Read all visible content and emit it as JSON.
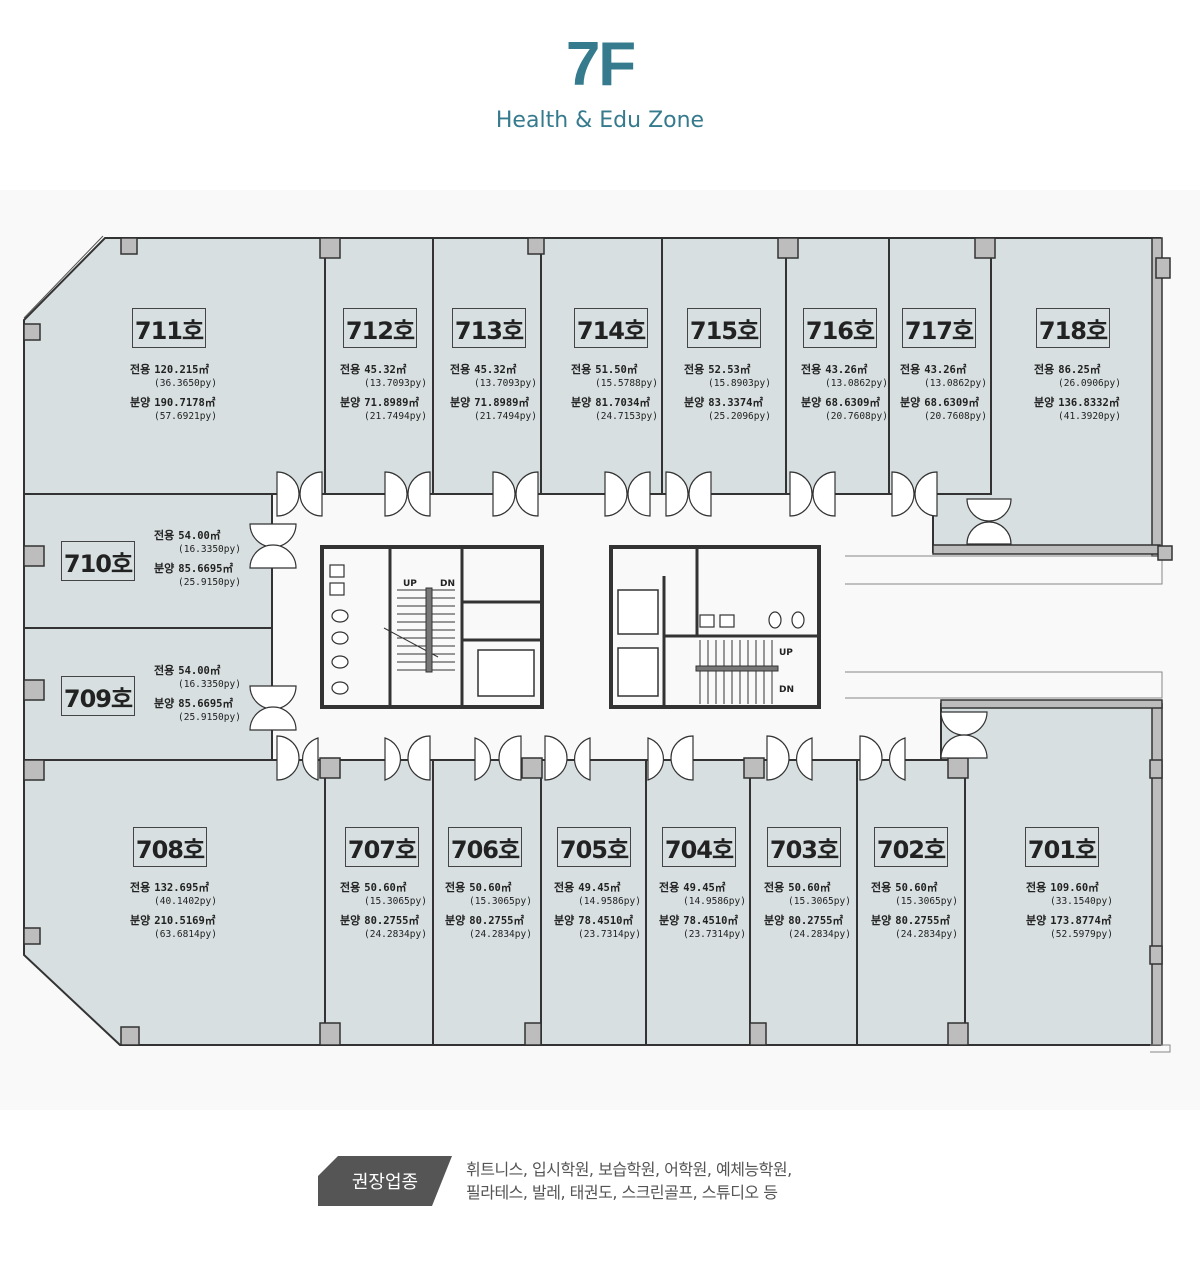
{
  "header": {
    "floor": "7F",
    "zone": "Health & Edu Zone",
    "accent_color": "#357b8d"
  },
  "plan": {
    "area_label": "전용",
    "sale_label": "분양",
    "units_top": [
      {
        "id": "711",
        "label": "711호",
        "exclusive_m2": "120.215㎡",
        "exclusive_py": "(36.3650py)",
        "sale_m2": "190.7178㎡",
        "sale_py": "(57.6921py)"
      },
      {
        "id": "712",
        "label": "712호",
        "exclusive_m2": "45.32㎡",
        "exclusive_py": "(13.7093py)",
        "sale_m2": "71.8989㎡",
        "sale_py": "(21.7494py)"
      },
      {
        "id": "713",
        "label": "713호",
        "exclusive_m2": "45.32㎡",
        "exclusive_py": "(13.7093py)",
        "sale_m2": "71.8989㎡",
        "sale_py": "(21.7494py)"
      },
      {
        "id": "714",
        "label": "714호",
        "exclusive_m2": "51.50㎡",
        "exclusive_py": "(15.5788py)",
        "sale_m2": "81.7034㎡",
        "sale_py": "(24.7153py)"
      },
      {
        "id": "715",
        "label": "715호",
        "exclusive_m2": "52.53㎡",
        "exclusive_py": "(15.8903py)",
        "sale_m2": "83.3374㎡",
        "sale_py": "(25.2096py)"
      },
      {
        "id": "716",
        "label": "716호",
        "exclusive_m2": "43.26㎡",
        "exclusive_py": "(13.0862py)",
        "sale_m2": "68.6309㎡",
        "sale_py": "(20.7608py)"
      },
      {
        "id": "717",
        "label": "717호",
        "exclusive_m2": "43.26㎡",
        "exclusive_py": "(13.0862py)",
        "sale_m2": "68.6309㎡",
        "sale_py": "(20.7608py)"
      },
      {
        "id": "718",
        "label": "718호",
        "exclusive_m2": "86.25㎡",
        "exclusive_py": "(26.0906py)",
        "sale_m2": "136.8332㎡",
        "sale_py": "(41.3920py)"
      }
    ],
    "units_left": [
      {
        "id": "710",
        "label": "710호",
        "exclusive_m2": "54.00㎡",
        "exclusive_py": "(16.3350py)",
        "sale_m2": "85.6695㎡",
        "sale_py": "(25.9150py)"
      },
      {
        "id": "709",
        "label": "709호",
        "exclusive_m2": "54.00㎡",
        "exclusive_py": "(16.3350py)",
        "sale_m2": "85.6695㎡",
        "sale_py": "(25.9150py)"
      }
    ],
    "units_bottom": [
      {
        "id": "708",
        "label": "708호",
        "exclusive_m2": "132.695㎡",
        "exclusive_py": "(40.1402py)",
        "sale_m2": "210.5169㎡",
        "sale_py": "(63.6814py)"
      },
      {
        "id": "707",
        "label": "707호",
        "exclusive_m2": "50.60㎡",
        "exclusive_py": "(15.3065py)",
        "sale_m2": "80.2755㎡",
        "sale_py": "(24.2834py)"
      },
      {
        "id": "706",
        "label": "706호",
        "exclusive_m2": "50.60㎡",
        "exclusive_py": "(15.3065py)",
        "sale_m2": "80.2755㎡",
        "sale_py": "(24.2834py)"
      },
      {
        "id": "705",
        "label": "705호",
        "exclusive_m2": "49.45㎡",
        "exclusive_py": "(14.9586py)",
        "sale_m2": "78.4510㎡",
        "sale_py": "(23.7314py)"
      },
      {
        "id": "704",
        "label": "704호",
        "exclusive_m2": "49.45㎡",
        "exclusive_py": "(14.9586py)",
        "sale_m2": "78.4510㎡",
        "sale_py": "(23.7314py)"
      },
      {
        "id": "703",
        "label": "703호",
        "exclusive_m2": "50.60㎡",
        "exclusive_py": "(15.3065py)",
        "sale_m2": "80.2755㎡",
        "sale_py": "(24.2834py)"
      },
      {
        "id": "702",
        "label": "702호",
        "exclusive_m2": "50.60㎡",
        "exclusive_py": "(15.3065py)",
        "sale_m2": "80.2755㎡",
        "sale_py": "(24.2834py)"
      },
      {
        "id": "701",
        "label": "701호",
        "exclusive_m2": "109.60㎡",
        "exclusive_py": "(33.1540py)",
        "sale_m2": "173.8774㎡",
        "sale_py": "(52.5979py)"
      }
    ],
    "core_left": {
      "stair_up": "UP",
      "stair_dn": "DN"
    },
    "core_right": {
      "stair_up": "UP",
      "stair_dn": "DN"
    },
    "colors": {
      "unit_fill": "#d7dfe0",
      "wall": "#333333",
      "column_fill": "#bdbdbd",
      "corridor": "#f9f9f9"
    }
  },
  "legend": {
    "badge": "권장업종",
    "line1": "휘트니스, 입시학원, 보습학원, 어학원, 예체능학원,",
    "line2": "필라테스, 발레, 태권도, 스크린골프, 스튜디오 등",
    "badge_color": "#555555"
  }
}
